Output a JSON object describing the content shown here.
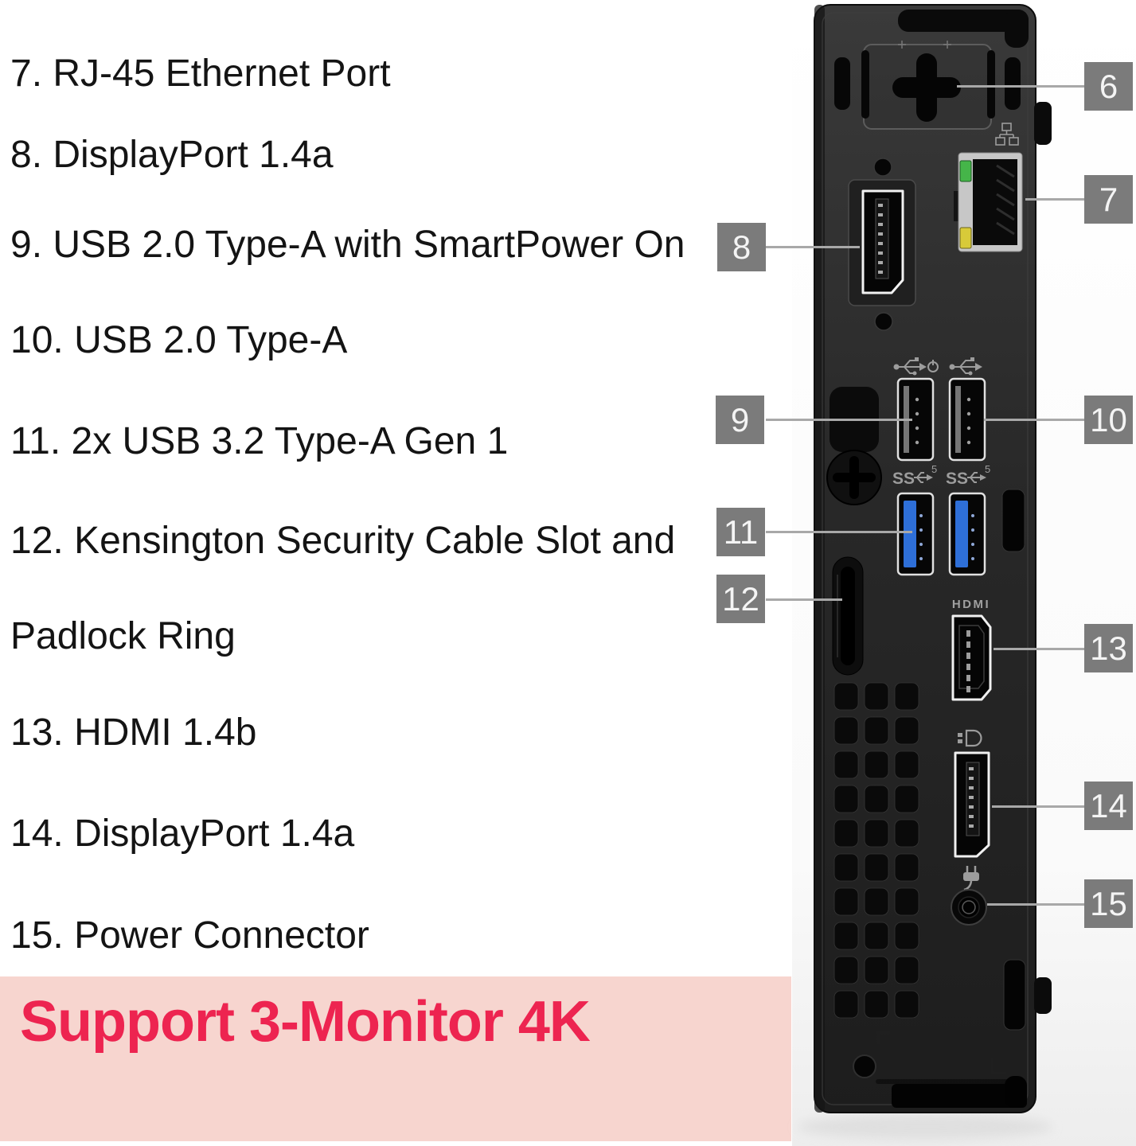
{
  "port_list": [
    "7. RJ-45 Ethernet Port",
    "8. DisplayPort 1.4a",
    "9. USB 2.0 Type-A with SmartPower On",
    "10. USB 2.0 Type-A",
    "11. 2x USB 3.2 Type-A Gen 1",
    "12. Kensington Security Cable Slot and",
    "Padlock Ring",
    "13. HDMI 1.4b",
    "14. DisplayPort 1.4a",
    "15. Power Connector"
  ],
  "callouts": [
    "6",
    "7",
    "8",
    "9",
    "10",
    "11",
    "12",
    "13",
    "14",
    "15"
  ],
  "banner": {
    "text": "Support 3-Monitor 4K",
    "bg_color": "#f7d5cf",
    "text_color": "#ed2450"
  },
  "device": {
    "hdmi_label": "HDMI",
    "usb3_label": "SS",
    "usb3_speed": "5"
  },
  "colors": {
    "callout_gray": "#7b7b7b",
    "callout_number": "#f4f4f4",
    "connector_line": "#a8a8a8",
    "body_dark": "#2a2a2a",
    "usb3_blue": "#2e6fd8",
    "led_green": "#45b549",
    "led_yellow": "#d8ca39",
    "list_text": "#141414"
  },
  "icons": {
    "network": "network-icon",
    "usb2": "usb-icon",
    "usb2_smartpower": "usb-power-icon",
    "usb3": "usb-ss5-icon",
    "displayport": "displayport-icon",
    "power_plug": "power-plug-icon"
  }
}
